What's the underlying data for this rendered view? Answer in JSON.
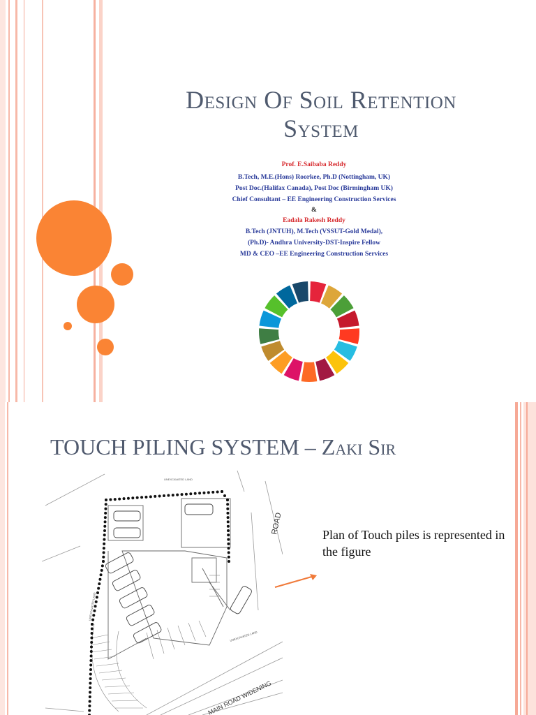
{
  "slide1": {
    "title_line1": "Design Of Soil Retention",
    "title_line2": "System",
    "author1_name": "Prof. E.Saibaba Reddy",
    "author1_line1": "B.Tech, M.E.(Hons) Roorkee, Ph.D (Nottingham, UK)",
    "author1_line2": "Post Doc.(Halifax Canada), Post Doc (Birmingham UK)",
    "author1_line3": "Chief Consultant – EE Engineering Construction Services",
    "ampersand": "&",
    "author2_name": "Eadala Rakesh Reddy",
    "author2_line1": "B.Tech (JNTUH), M.Tech (VSSUT-Gold Medal),",
    "author2_line2": "(Ph.D)- Andhra University-DST-Inspire Fellow",
    "author2_line3": "MD & CEO –EE Engineering Construction Services",
    "accent_color": "#fa8434",
    "sdg_colors": [
      "#e5243b",
      "#dda63a",
      "#4c9f38",
      "#c5192d",
      "#ff3a21",
      "#26bde2",
      "#fcc30b",
      "#a21942",
      "#fd6925",
      "#dd1367",
      "#fd9d24",
      "#bf8b2e",
      "#3f7e44",
      "#0a97d9",
      "#56c02b",
      "#00689d",
      "#19486a"
    ]
  },
  "slide2": {
    "title_main": "TOUCH PILING SYSTEM – ",
    "title_sc": "Zaki Sir",
    "caption": "Plan of Touch piles is represented in the figure",
    "plan_labels": {
      "unexcavated_land": "UNEXCAVATED LAND",
      "road": "ROAD",
      "road_widening": "MAIN ROAD WIDENING"
    }
  }
}
